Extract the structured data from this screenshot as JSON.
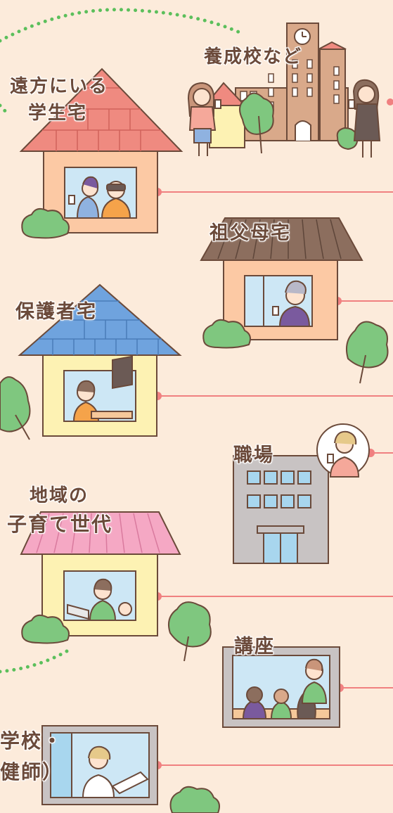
{
  "labels": {
    "training_school": "養成校など",
    "remote_student_line1": "遠方にいる",
    "remote_student_line2": "学生宅",
    "grandparents_home": "祖父母宅",
    "guardian_home": "保護者宅",
    "workplace": "職場",
    "community_line1": "地域の",
    "community_line2": "子育て世代",
    "lecture": "講座",
    "school_line1": "学校・",
    "school_line2": "健師）"
  },
  "colors": {
    "background": "#fcebdb",
    "connector": "#f08080",
    "dotted_path": "#5bbf5b",
    "roof_red": "#ef8a80",
    "roof_brown": "#8c6e5e",
    "roof_blue": "#6fa3de",
    "roof_pink": "#f5a8c4",
    "wall_peach": "#fcc9a4",
    "wall_yellow": "#fdf2b3",
    "tree_green": "#7fc77f",
    "building_gray": "#c8c3c3",
    "school_brick": "#d9a98a",
    "window_blue": "#cde7f5"
  }
}
